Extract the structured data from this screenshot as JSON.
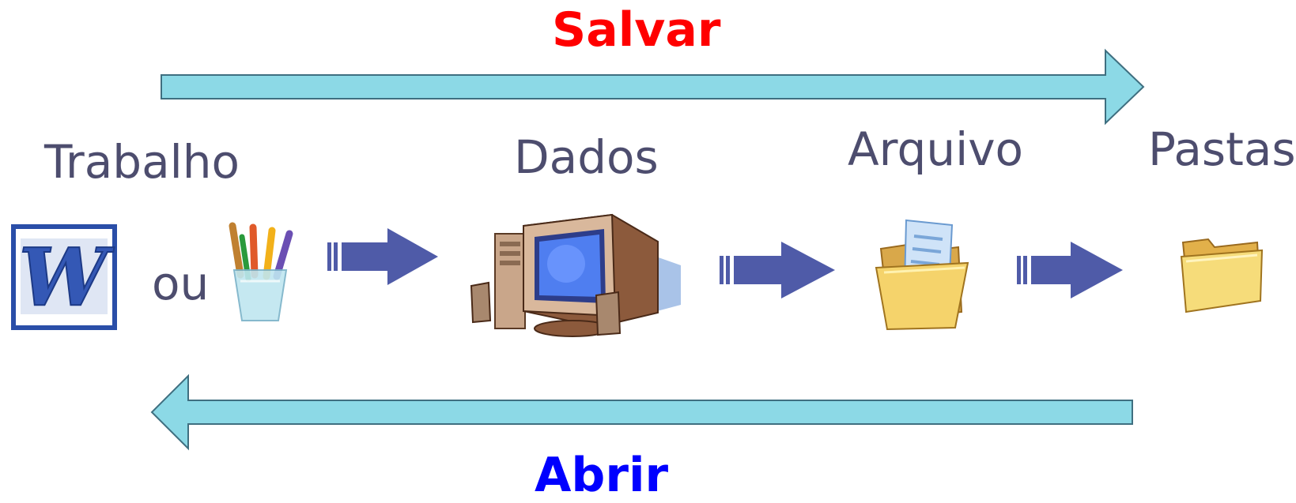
{
  "actions": {
    "save": "Salvar",
    "open": "Abrir"
  },
  "labels": {
    "work": "Trabalho",
    "or": "ou",
    "data": "Dados",
    "file": "Arquivo",
    "folders": "Pastas"
  },
  "icons": [
    "word-icon",
    "paint-brushes-icon",
    "computer-icon",
    "open-folder-document-icon",
    "folder-icon"
  ],
  "colors": {
    "save": "#ff0000",
    "open": "#0000ff",
    "big_arrow": "#8cd9e6",
    "small_arrow": "#4f5ba8",
    "label": "#4d4d6e"
  }
}
